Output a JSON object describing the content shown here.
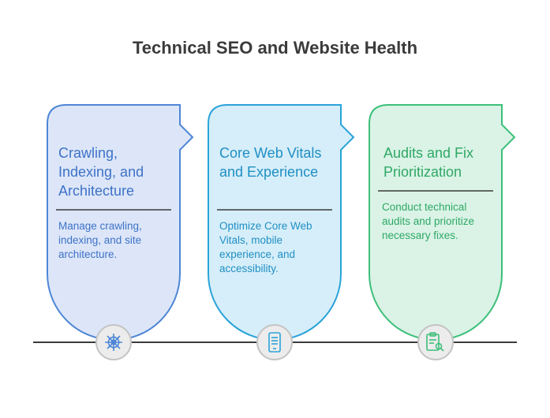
{
  "title": "Technical SEO and Website Health",
  "cards": [
    {
      "title": "Crawling, Indexing, and Architecture",
      "description": "Manage crawling, indexing, and site architecture.",
      "icon": "spider-web-icon",
      "colors": {
        "fill": "#dde6f8",
        "stroke": "#4e86d6",
        "text": "#3d72c8"
      }
    },
    {
      "title": "Core Web Vitals and Experience",
      "description": "Optimize Core Web Vitals, mobile experience, and accessibility.",
      "icon": "mobile-phone-icon",
      "colors": {
        "fill": "#d6eef9",
        "stroke": "#2aa3d9",
        "text": "#1f8fc4"
      }
    },
    {
      "title": "Audits and Fix Prioritization",
      "description": "Conduct technical audits and prioritize necessary fixes.",
      "icon": "clipboard-search-icon",
      "colors": {
        "fill": "#daf3e6",
        "stroke": "#3dbf7a",
        "text": "#2fa866"
      }
    }
  ]
}
